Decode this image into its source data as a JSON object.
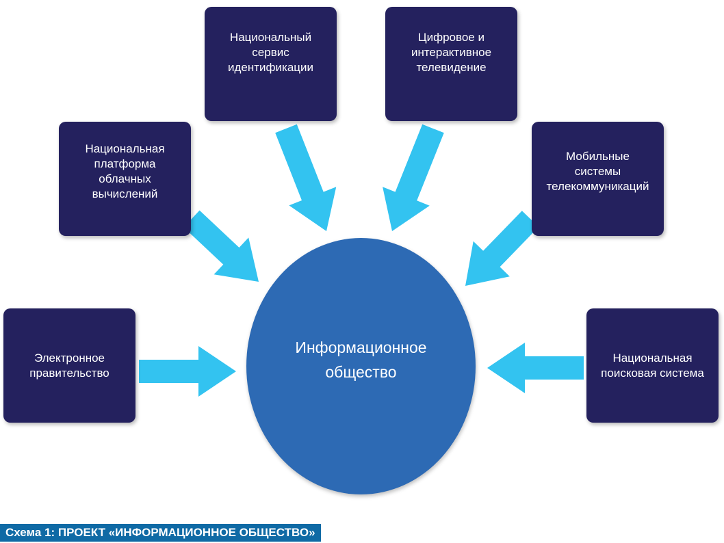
{
  "diagram": {
    "center": "Информационное\nобщество",
    "nodes": {
      "electronic_government": "Электронное\nправительство",
      "cloud_platform": "Национальная\nплатформа\nоблачных\nвычислений",
      "identification_service": "Национальный\nсервис\nидентификации",
      "digital_tv": "Цифровое и\nинтерактивное\nтелевидение",
      "mobile_systems": "Мобильные\nсистемы\nтелекоммуникаций",
      "search_system": "Национальная\nпоисковая система"
    },
    "caption": "Схема 1: ПРОЕКТ «ИНФОРМАЦИОННОЕ ОБЩЕСТВО»"
  },
  "colors": {
    "node_fill": "#24215e",
    "center_fill": "#2d6ab4",
    "arrow_fill": "#33c3f0",
    "caption_fill": "#0f6aa5"
  },
  "edges": [
    {
      "from": "electronic_government",
      "to": "center"
    },
    {
      "from": "cloud_platform",
      "to": "center"
    },
    {
      "from": "identification_service",
      "to": "center"
    },
    {
      "from": "digital_tv",
      "to": "center"
    },
    {
      "from": "mobile_systems",
      "to": "center"
    },
    {
      "from": "search_system",
      "to": "center"
    }
  ]
}
